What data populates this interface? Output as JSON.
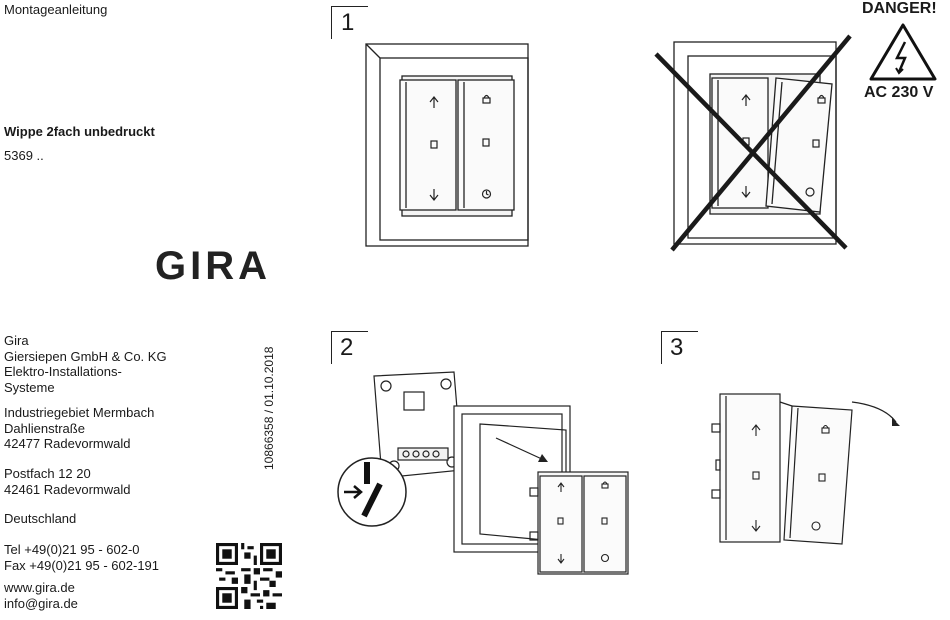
{
  "header": {
    "doc_type": "Montageanleitung"
  },
  "product": {
    "name": "Wippe 2fach unbedruckt",
    "number": "5369 .."
  },
  "brand": {
    "logo_text": "GIRA"
  },
  "company": {
    "lines_1": [
      "Gira",
      "Giersiepen GmbH & Co. KG",
      "Elektro-Installations-",
      "Systeme"
    ],
    "lines_2": [
      "Industriegebiet Mermbach",
      "Dahlienstraße",
      "42477 Radevormwald"
    ],
    "lines_3": [
      "Postfach 12 20",
      "42461 Radevormwald"
    ],
    "lines_4": [
      "Deutschland"
    ],
    "lines_5": [
      "Tel +49(0)21 95 - 602-0",
      "Fax +49(0)21 95 - 602-191"
    ],
    "lines_6": [
      "www.gira.de",
      "info@gira.de"
    ]
  },
  "doc_id": "10866358 / 01.10.2018",
  "steps": {
    "s1": "1",
    "s2": "2",
    "s3": "3"
  },
  "warning": {
    "title": "DANGER!",
    "voltage": "AC 230 V"
  },
  "icons": [
    "arrow-up-icon",
    "arrow-down-icon",
    "stop-square-icon",
    "lock-icon",
    "clock-icon",
    "lightning-warning-icon",
    "qr-code-icon"
  ],
  "colors": {
    "line": "#222222",
    "face": "#f7f7f7"
  }
}
